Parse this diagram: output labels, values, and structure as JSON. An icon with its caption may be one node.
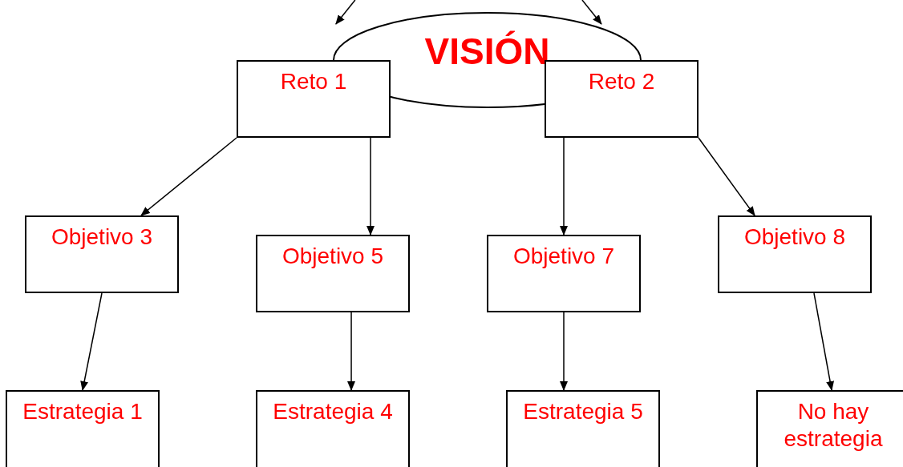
{
  "diagram": {
    "nodes": [
      {
        "text": [
          "VISIÓN"
        ]
      },
      {
        "text": [
          "Reto 1"
        ]
      },
      {
        "text": [
          "Reto 2"
        ]
      },
      {
        "text": [
          "Objetivo 3"
        ]
      },
      {
        "text": [
          "Objetivo 5"
        ]
      },
      {
        "text": [
          "Objetivo 7"
        ]
      },
      {
        "text": [
          "Objetivo 8"
        ]
      },
      {
        "text": [
          "Estrategia 1"
        ]
      },
      {
        "text": [
          "Estrategia 4"
        ]
      },
      {
        "text": [
          "Estrategia 5"
        ]
      },
      {
        "text": [
          "No hay estrategia"
        ]
      }
    ],
    "edges": [
      {
        "from": null,
        "to": 0,
        "arrow": "to"
      },
      {
        "from": null,
        "to": 0,
        "arrow": "to"
      },
      {
        "from": 1,
        "to": 3,
        "arrow": "to"
      },
      {
        "from": 1,
        "to": 4,
        "arrow": "to"
      },
      {
        "from": 2,
        "to": 5,
        "arrow": "to"
      },
      {
        "from": 2,
        "to": 6,
        "arrow": "to"
      },
      {
        "from": 3,
        "to": 7,
        "arrow": "to"
      },
      {
        "from": 4,
        "to": 8,
        "arrow": "to"
      },
      {
        "from": 5,
        "to": 9,
        "arrow": "to"
      },
      {
        "from": 6,
        "to": 10,
        "arrow": "to"
      }
    ]
  }
}
